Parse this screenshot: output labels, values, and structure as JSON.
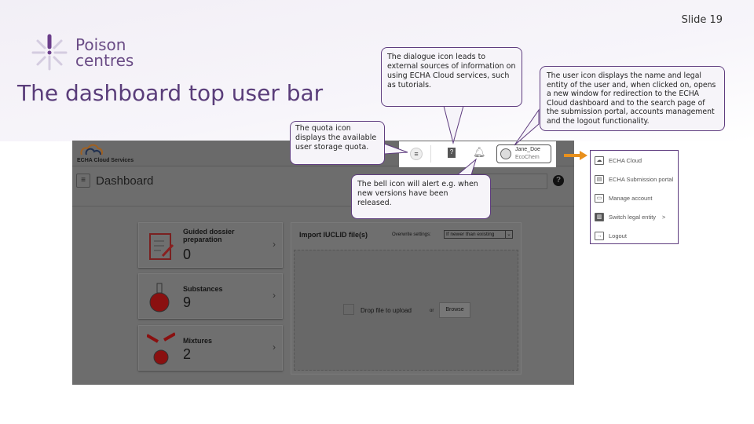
{
  "slide": {
    "number": "Slide 19",
    "title": "The dashboard top user bar"
  },
  "logo": {
    "line1": "Poison",
    "line2": "centres"
  },
  "app": {
    "brand": "ECHA Cloud Services",
    "page_title": "Dashboard",
    "user": {
      "name": "Jane_Doe",
      "entity": "EcoChem"
    },
    "cards": [
      {
        "label": "Guided dossier preparation",
        "count": "0"
      },
      {
        "label": "Substances",
        "count": "9"
      },
      {
        "label": "Mixtures",
        "count": "2"
      }
    ],
    "import": {
      "title": "Import IUCLID file(s)",
      "overwrite_label": "Overwrite settings:",
      "overwrite_value": "If newer than existing",
      "drop_text": "Drop file to upload",
      "or": "or",
      "browse": "Browse"
    }
  },
  "user_menu": [
    {
      "label": "ECHA Cloud",
      "icon": "cloud-icon"
    },
    {
      "label": "ECHA Submission portal",
      "icon": "document-lock-icon"
    },
    {
      "label": "Manage account",
      "icon": "id-card-icon"
    },
    {
      "label": "Switch legal entity",
      "icon": "buildings-icon",
      "chevron": ">"
    },
    {
      "label": "Logout",
      "icon": "logout-icon"
    }
  ],
  "callouts": {
    "dialogue": "The dialogue icon leads to external sources of information on using ECHA Cloud services, such as tutorials.",
    "quota": "The quota icon displays the available user storage quota.",
    "bell": "The bell icon will alert e.g. when new versions have been released.",
    "user": "The user icon displays the name and legal entity of the user and, when clicked on, opens a new window for redirection to the ECHA Cloud dashboard and to the search page of the submission portal, accounts management and the logout functionality."
  },
  "colors": {
    "brand_purple": "#6a4c86",
    "callout_border": "#5f3d7f",
    "arrow": "#e8901c",
    "alert_red": "#a01818"
  }
}
